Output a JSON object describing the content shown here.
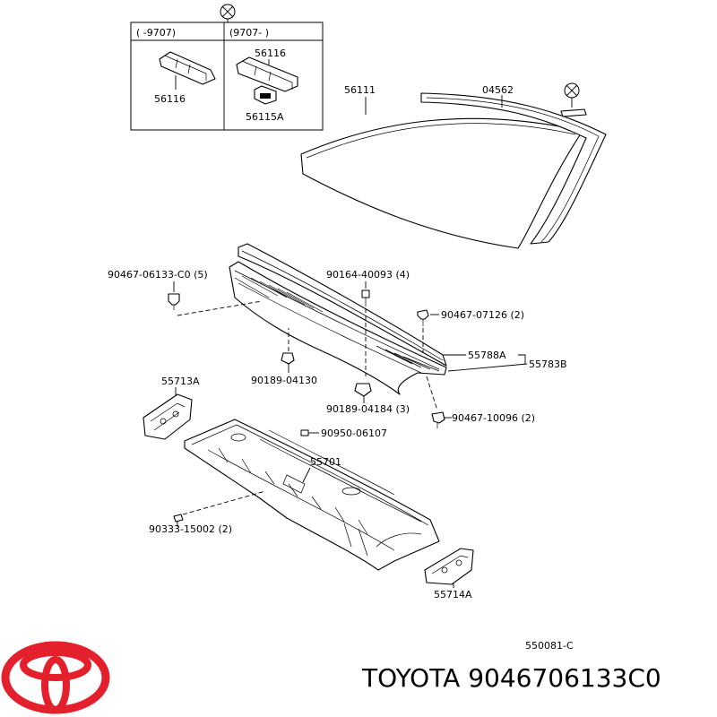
{
  "inset": {
    "header_left": "(      -9707)",
    "header_right": "(9707-      )",
    "left_part": "56116",
    "right_part_top": "56116",
    "right_part_bottom": "56115A"
  },
  "labels": {
    "windshield": "56111",
    "molding": "04562",
    "p_9046706133": "90467-06133-C0 (5)",
    "p_9016440093": "90164-40093 (4)",
    "p_9046707126": "90467-07126 (2)",
    "p_55788A": "55788A",
    "p_55783B": "55783B",
    "p_55713A": "55713A",
    "p_9018904130": "90189-04130",
    "p_9018904184": "90189-04184 (3)",
    "p_9046710096": "90467-10096 (2)",
    "p_9095006107": "90950-06107",
    "p_55701": "55701",
    "p_9033315002": "90333-15002 (2)",
    "p_55714A": "55714A"
  },
  "drawing_code": "550081-C",
  "footer": {
    "brand": "TOYOTA",
    "part_number": "9046706133C0"
  },
  "colors": {
    "logo": "#e4202c",
    "line": "#000000"
  }
}
